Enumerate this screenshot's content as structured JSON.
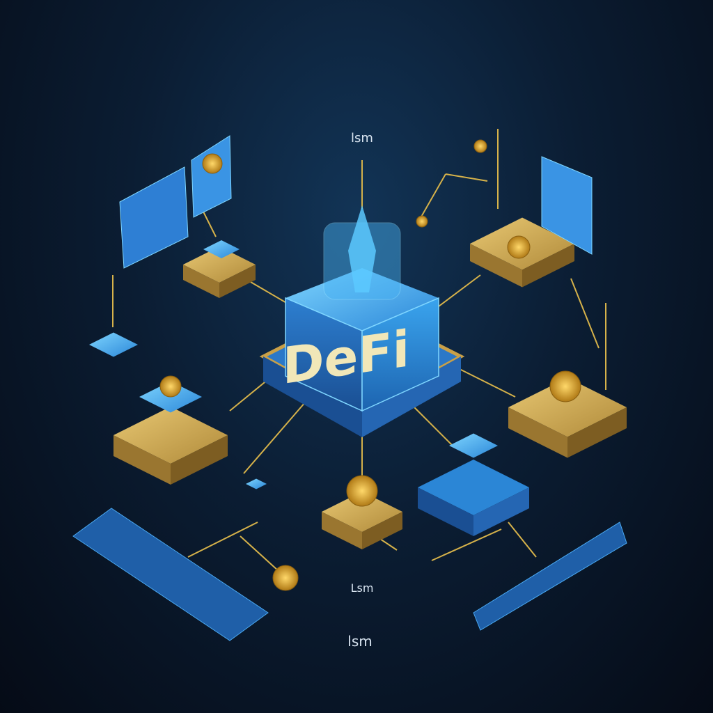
{
  "diagram": {
    "title": "DeFi",
    "labels": {
      "top": "lsm",
      "bottom_center": "Lsm",
      "bottom": "lsm"
    },
    "colors": {
      "background": "#0b1d33",
      "blue": "#2f8fe0",
      "blue_light": "#5cc4ff",
      "gold": "#c9a048",
      "line": "#d6b24a",
      "text": "#f1e7b8"
    }
  }
}
